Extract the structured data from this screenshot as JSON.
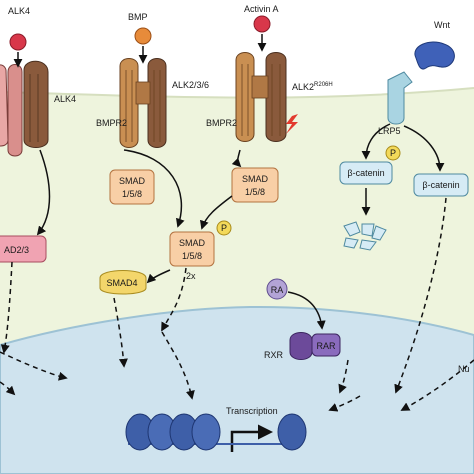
{
  "labels": {
    "alk4_top": "ALK4",
    "alk4_side": "ALK4",
    "bmp": "BMP",
    "activin_a": "Activin A",
    "alk236": "ALK2/3/6",
    "alk2_mut": "ALK2",
    "alk2_mut_sup": "R206H",
    "bmpr2_left": "BMPR2",
    "bmpr2_right": "BMPR2",
    "wnt": "Wnt",
    "lrp5": "LRP5",
    "smad158_a_line1": "SMAD",
    "smad158_a_line2": "1/5/8",
    "smad158_b_line1": "SMAD",
    "smad158_b_line2": "1/5/8",
    "smad158_p_line1": "SMAD",
    "smad158_p_line2": "1/5/8",
    "two_x": "2x",
    "smad4": "SMAD4",
    "smad23": "AD2/3",
    "phospho": "P",
    "phospho_bcat": "P",
    "bcatenin_p": "β-catenin",
    "bcatenin": "β-catenin",
    "ra": "RA",
    "rar": "RAR",
    "rxr": "RXR",
    "transcription": "Transcription",
    "nucleus": "Nu"
  },
  "colors": {
    "cytoplasm": "#eef4dd",
    "nucleus": "#cfe3ee",
    "receptor_brown": "#8a5a3c",
    "receptor_light": "#c98f52",
    "alk4_pink": "#e8a7a5",
    "ligand_red": "#d8374a",
    "bmp_orange": "#e78b3a",
    "smad_box": "#f8cfa6",
    "smad4_yellow": "#f3d66b",
    "smad23_pink": "#f0a3b2",
    "bcatenin_box": "#d6ebf5",
    "phospho": "#f3d95a",
    "wnt_blue": "#3f61b8",
    "lrp5": "#a9d4e2",
    "ra_lilac": "#b3a4d6",
    "rar_purple": "#6c4a9a",
    "chromatin": "#3e5fa8"
  },
  "icons": [
    "ligand-circle",
    "receptor-complex",
    "lightning-icon",
    "proteasome-fragments",
    "nucleosome",
    "transcription-arrow"
  ]
}
